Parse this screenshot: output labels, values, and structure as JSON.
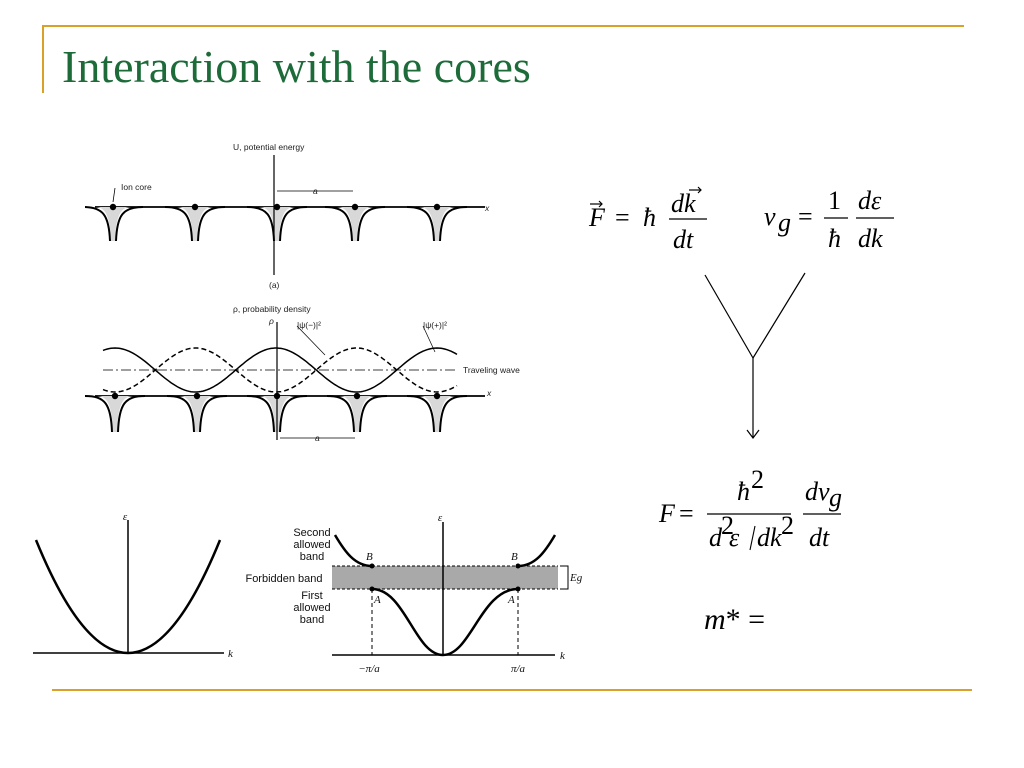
{
  "slide": {
    "title": "Interaction with the cores",
    "accent_color": "#d9a12a",
    "title_color": "#1e6b3a"
  },
  "figure_a": {
    "axis_label": "U, potential energy",
    "ion_core_label": "Ion core",
    "spacing_label": "a",
    "x_label": "x",
    "caption": "(a)"
  },
  "figure_b": {
    "axis_label": "ρ, probability density",
    "rho": "ρ",
    "psi_minus": "|ψ(−)|²",
    "psi_plus": "|ψ(+)|²",
    "traveling_wave": "Traveling wave",
    "x_label": "x",
    "spacing_label": "a"
  },
  "free_electron_plot": {
    "y_label": "ε",
    "x_label": "k"
  },
  "band_plot": {
    "y_label": "ε",
    "x_label": "k",
    "second_band": [
      "Second",
      "allowed",
      "band"
    ],
    "forbidden_band": "Forbidden band",
    "first_band": [
      "First",
      "allowed",
      "band"
    ],
    "point_b": "B",
    "point_a": "A",
    "gap_label": "Eg",
    "neg_tick": "−π/a",
    "pos_tick": "π/a"
  },
  "equations": {
    "force": "F = ħ dk/dt",
    "group_velocity": "v_g = (1/ħ) dε/dk",
    "result": "F = ħ² / (d²ε/dk²) · dv_g/dt",
    "effective_mass": "m* ="
  }
}
